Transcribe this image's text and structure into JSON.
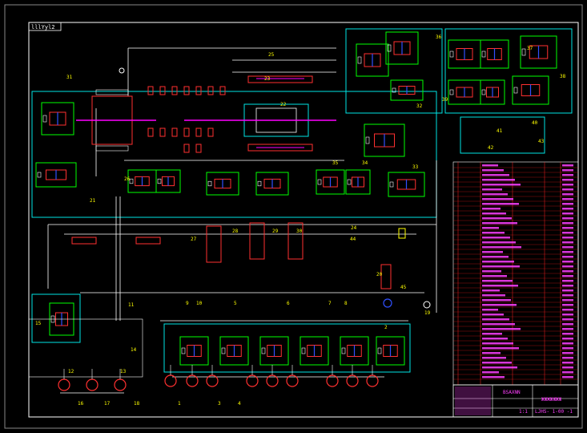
{
  "drawing": {
    "sheet_tag": "lllYyl2",
    "title_block_center": "BSAXNN",
    "title_block_right": "ЖЖЖЖЖЖЖ",
    "drawing_no": "LJHS- 1-00 -1",
    "scale_cell": "1:1"
  },
  "callouts": [
    "1",
    "2",
    "3",
    "4",
    "5",
    "6",
    "7",
    "8",
    "9",
    "10",
    "11",
    "12",
    "13",
    "14",
    "15",
    "16",
    "17",
    "18",
    "19",
    "20",
    "21",
    "22",
    "23",
    "24",
    "25",
    "26",
    "27",
    "28",
    "29",
    "30",
    "31",
    "32",
    "33",
    "34",
    "35",
    "36",
    "37",
    "38",
    "39",
    "40",
    "41",
    "42",
    "43",
    "44",
    "45"
  ],
  "colors": {
    "background": "#000000",
    "frame": "#ffffff",
    "hydraulic_line": "#ffffff",
    "component": "#ff3030",
    "valve_outline": "#00ff00",
    "accent_blue": "#3050ff",
    "cyan_box": "#00e5e5",
    "yellow": "#ffff00",
    "magenta": "#ff00ff",
    "parts_list_red": "#ff2020",
    "parts_list_magenta": "#ff40ff"
  }
}
